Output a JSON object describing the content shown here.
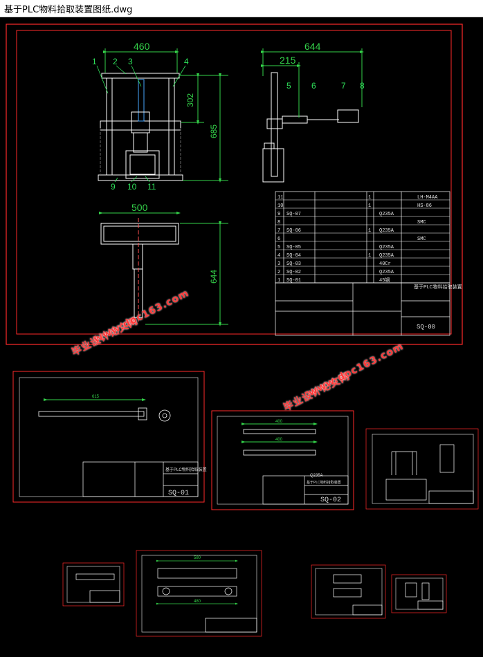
{
  "window": {
    "title": "基于PLC物料拾取装置图纸.dwg"
  },
  "main_drawing": {
    "dims": {
      "front_width": "460",
      "front_height_upper": "302",
      "front_height_total": "685",
      "side_width": "644",
      "side_offset": "215",
      "plan_width": "500",
      "plan_depth": "644"
    },
    "balloons": [
      "1",
      "2",
      "3",
      "4",
      "5",
      "6",
      "7",
      "8",
      "9",
      "10",
      "11"
    ]
  },
  "bom": {
    "rows": [
      {
        "no": "11",
        "code": "",
        "name": "",
        "qty": "1",
        "mat": "",
        "std": "LH-M4AA"
      },
      {
        "no": "10",
        "code": "",
        "name": "",
        "qty": "1",
        "mat": "",
        "std": "HS-86"
      },
      {
        "no": "9",
        "code": "SQ-07",
        "name": "",
        "qty": "",
        "mat": "Q235A",
        "std": ""
      },
      {
        "no": "8",
        "code": "",
        "name": "",
        "qty": "",
        "mat": "",
        "std": "SMC"
      },
      {
        "no": "7",
        "code": "SQ-06",
        "name": "",
        "qty": "1",
        "mat": "Q235A",
        "std": ""
      },
      {
        "no": "6",
        "code": "",
        "name": "",
        "qty": "",
        "mat": "",
        "std": "SMC"
      },
      {
        "no": "5",
        "code": "SQ-05",
        "name": "",
        "qty": "",
        "mat": "Q235A",
        "std": ""
      },
      {
        "no": "4",
        "code": "SQ-04",
        "name": "",
        "qty": "1",
        "mat": "Q235A",
        "std": ""
      },
      {
        "no": "3",
        "code": "SQ-03",
        "name": "",
        "qty": "",
        "mat": "40Cr",
        "std": ""
      },
      {
        "no": "2",
        "code": "SQ-02",
        "name": "",
        "qty": "",
        "mat": "Q235A",
        "std": ""
      },
      {
        "no": "1",
        "code": "SQ-01",
        "name": "",
        "qty": "",
        "mat": "45钢",
        "std": ""
      }
    ],
    "title_name": "基于PLC物料拾取装置",
    "drawing_no": "SQ-00"
  },
  "sheets": {
    "sq01": {
      "no": "SQ-01",
      "dim": "615",
      "title": "基于PLC物料拾取装置"
    },
    "sq02": {
      "no": "SQ-02",
      "dim_top": "400",
      "dim_bottom": "400",
      "mat": "Q235A",
      "title": "基于PLC物料拾取装置"
    },
    "s7": {
      "dim_top": "580",
      "dim_bottom": "480"
    }
  },
  "watermarks": [
    "毕业设计论文网",
    "www.doc163.com"
  ],
  "colors": {
    "frame": "#ff2a2a",
    "line": "#ffffff",
    "dim": "#34d34a",
    "balloon": "#2ee05a",
    "text": "#e8e8e8"
  }
}
